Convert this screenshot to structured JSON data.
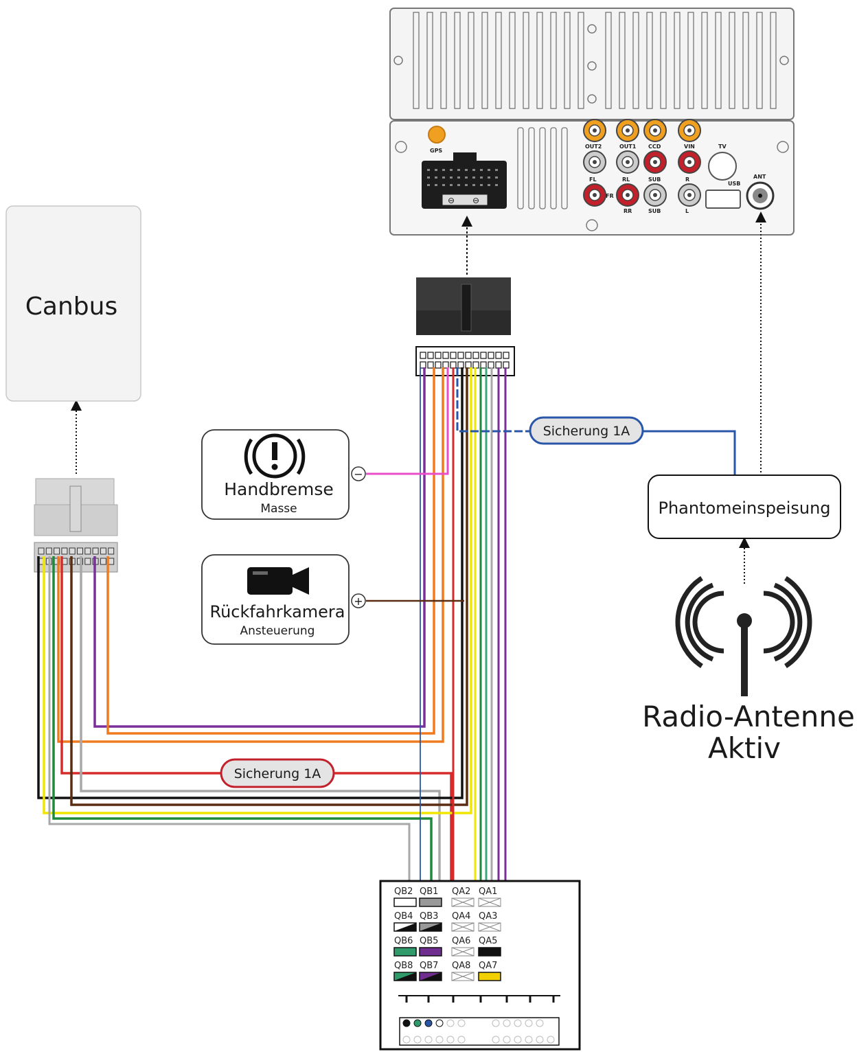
{
  "canbus": {
    "label": "Canbus"
  },
  "handbremse": {
    "title": "Handbremse",
    "subtitle": "Masse",
    "polarity": "−"
  },
  "rueckfahrkamera": {
    "title": "Rückfahrkamera",
    "subtitle": "Ansteuerung",
    "polarity": "+"
  },
  "fuse_top": {
    "label": "Sicherung 1A"
  },
  "fuse_bottom": {
    "label": "Sicherung 1A"
  },
  "phantom": {
    "label": "Phantomeinspeisung"
  },
  "antenna": {
    "line1": "Radio-Antenne",
    "line2": "Aktiv"
  },
  "head_unit": {
    "gps": "GPS",
    "rca_labels": [
      "OUT2",
      "OUT1",
      "CCD",
      "VIN",
      "FL",
      "RL",
      "SUB",
      "R",
      "FR",
      "RR",
      "SUB",
      "L"
    ],
    "tv": "TV",
    "usb": "USB",
    "ant": "ANT"
  },
  "connector_block": {
    "pins": [
      {
        "label": "QB2",
        "swatch": "white"
      },
      {
        "label": "QB1",
        "swatch": "gray"
      },
      {
        "label": "QA2",
        "swatch": "empty"
      },
      {
        "label": "QA1",
        "swatch": "empty"
      },
      {
        "label": "QB4",
        "swatch": "white-black"
      },
      {
        "label": "QB3",
        "swatch": "gray-black"
      },
      {
        "label": "QA4",
        "swatch": "empty"
      },
      {
        "label": "QA3",
        "swatch": "empty"
      },
      {
        "label": "QB6",
        "swatch": "green"
      },
      {
        "label": "QB5",
        "swatch": "purple"
      },
      {
        "label": "QA6",
        "swatch": "empty"
      },
      {
        "label": "QA5",
        "swatch": "black"
      },
      {
        "label": "QB8",
        "swatch": "green-black"
      },
      {
        "label": "QB7",
        "swatch": "purple-black"
      },
      {
        "label": "QA8",
        "swatch": "empty"
      },
      {
        "label": "QA7",
        "swatch": "yellow"
      }
    ]
  },
  "colors": {
    "purple": "#7b2f9a",
    "orange": "#f07a1e",
    "red": "#d52b2b",
    "yellow": "#f2e600",
    "green": "#1f8a3c",
    "brown": "#5a2d12",
    "gray": "#a8a8a8",
    "blue": "#2a56a8",
    "pink": "#e84fc8",
    "black": "#111111"
  }
}
